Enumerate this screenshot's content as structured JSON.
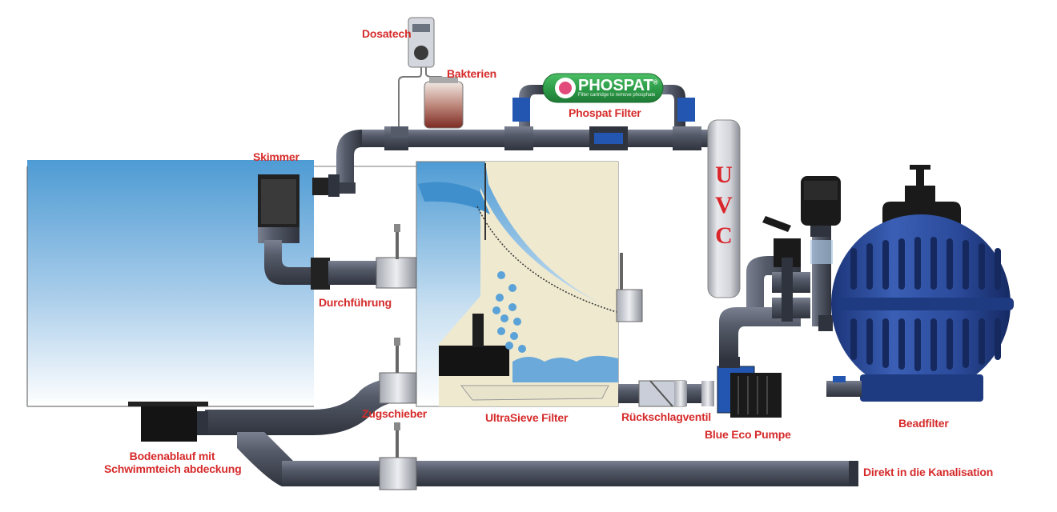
{
  "labels": {
    "dosatech": "Dosatech",
    "bakterien": "Bakterien",
    "phospat_filter": "Phospat Filter",
    "skimmer": "Skimmer",
    "durchfuehrung": "Durchführung",
    "zugschieber": "Zugschieber",
    "ultrasieve": "UltraSieve Filter",
    "rueckschlagventil": "Rückschlagventil",
    "blue_eco_pumpe": "Blue Eco Pumpe",
    "beadfilter": "Beadfilter",
    "bodenablauf_line1": "Bodenablauf mit",
    "bodenablauf_line2": "Schwimmteich abdeckung",
    "kanalisation": "Direkt in die Kanalisation"
  },
  "uvc_letters": [
    "U",
    "V",
    "C"
  ],
  "phospat_cartridge": {
    "brand": "PHOSPAT",
    "registered": "®",
    "subtitle": "Filter cartridge to remove phosphate"
  },
  "colors": {
    "label_red": "#d62b2b",
    "pipe": "#4a4f5c",
    "water": "#3f8fcc",
    "phospat_green": "#2e9e4a",
    "beadfilter_blue": "#2b4a9a"
  }
}
